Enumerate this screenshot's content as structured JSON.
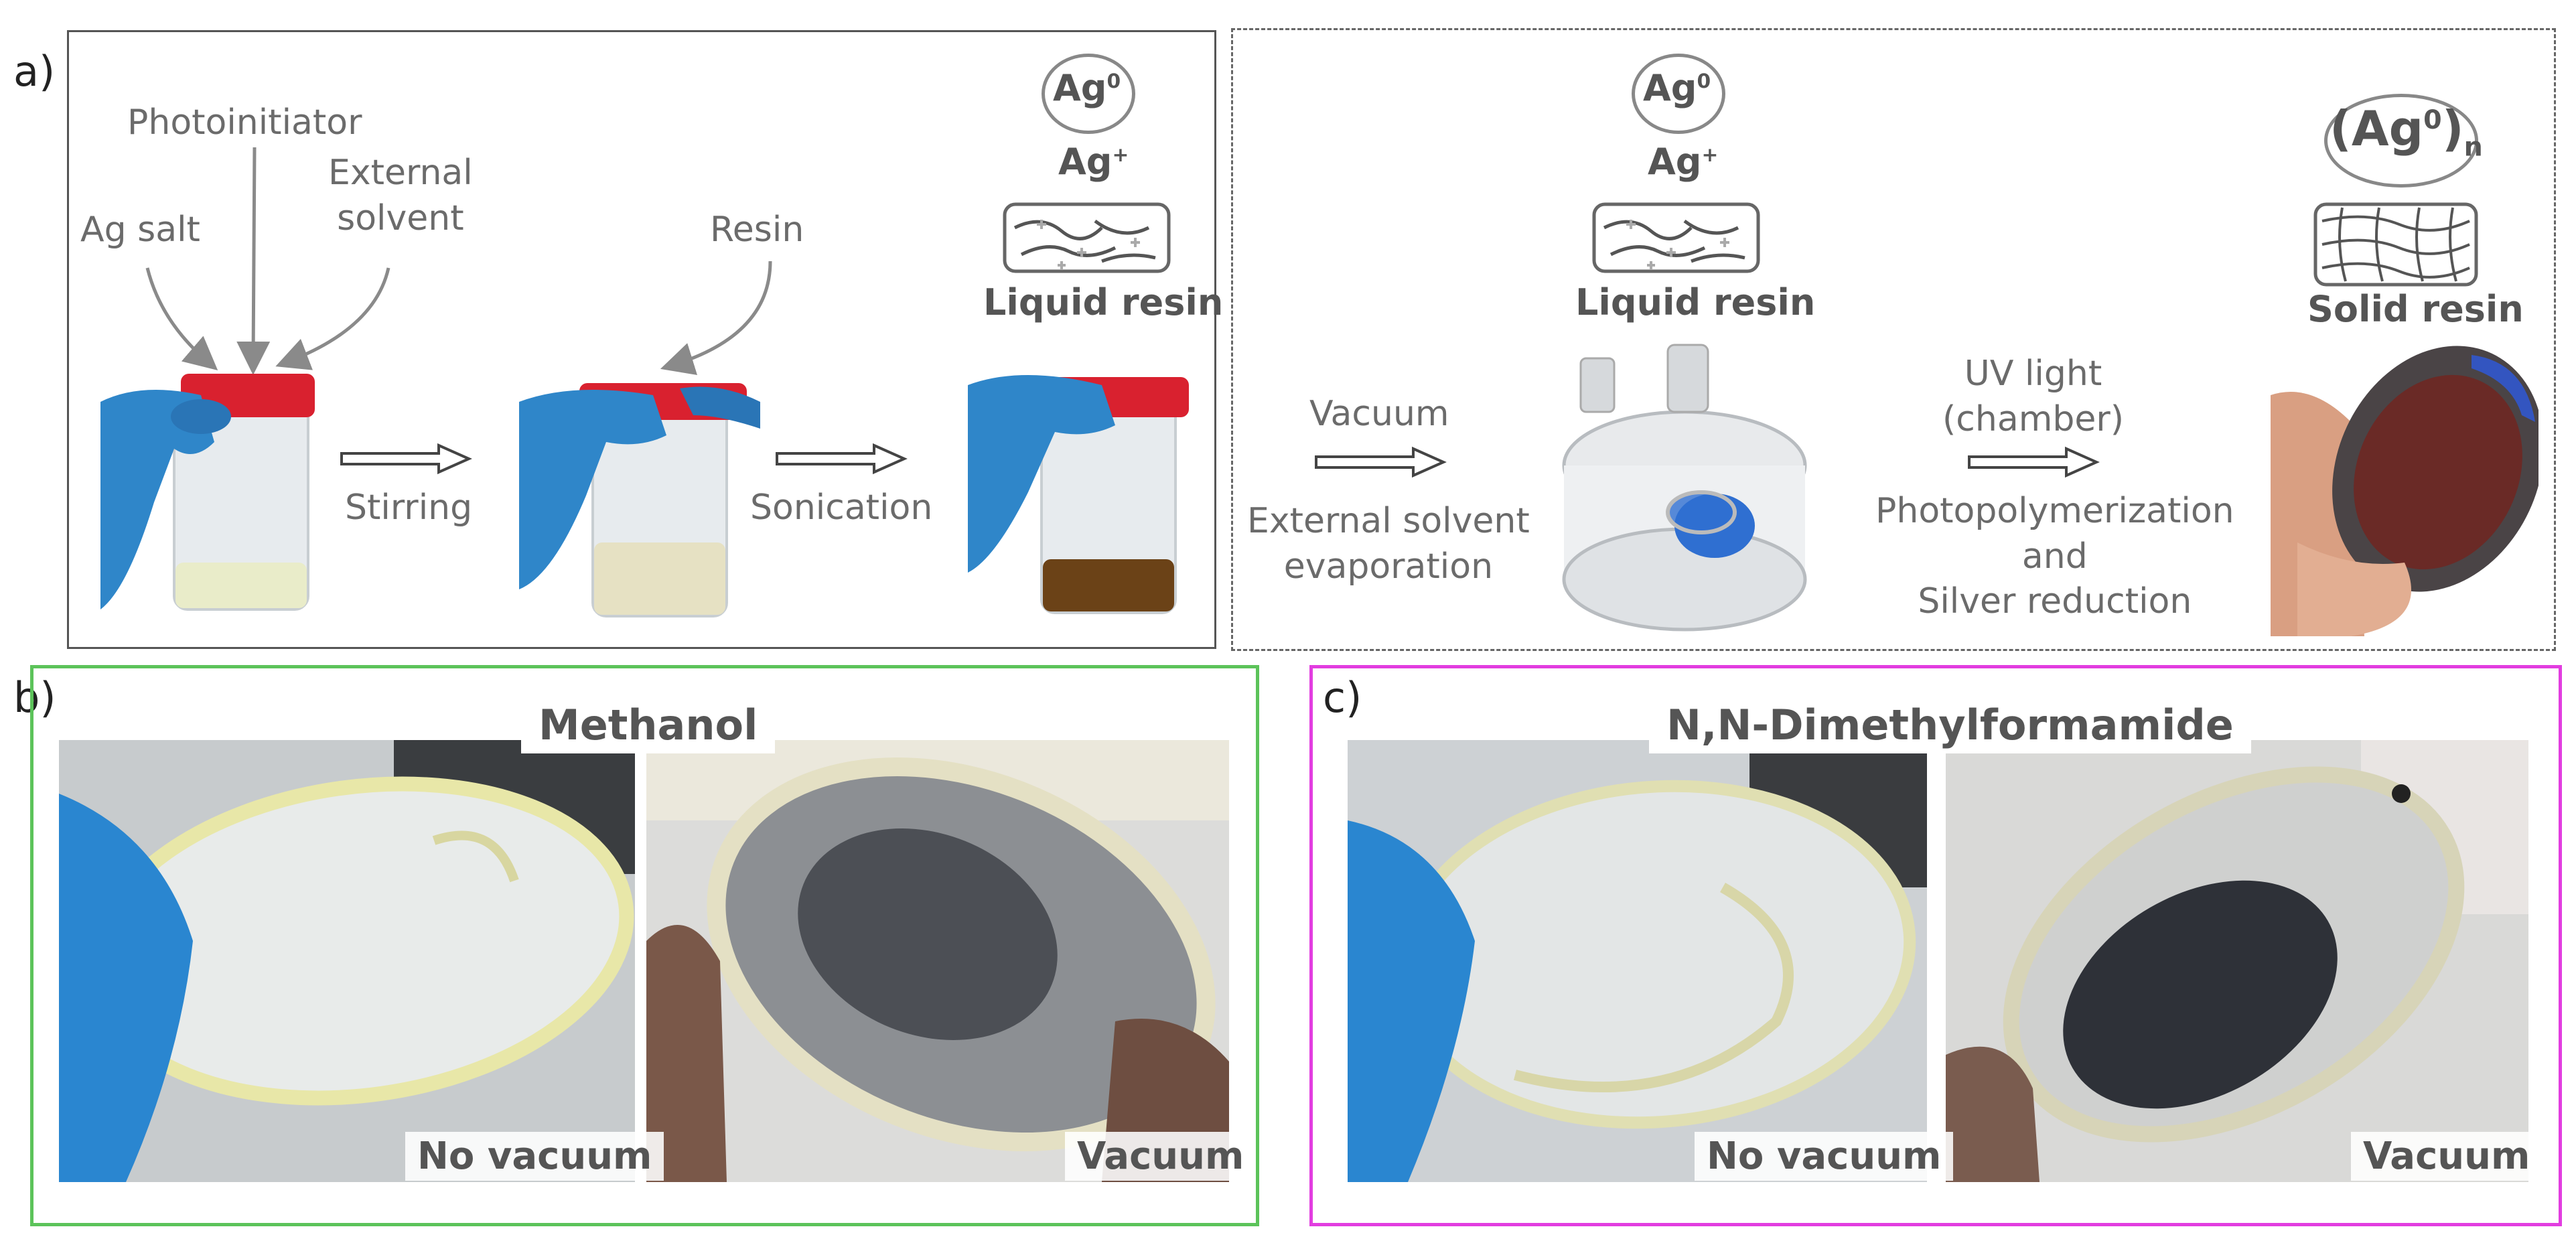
{
  "panel_a": {
    "letter": "a)",
    "step1": {
      "labels": {
        "ag_salt": "Ag salt",
        "photoinitiator": "Photoinitiator",
        "external_solvent": "External\nsolvent"
      },
      "process": "Stirring"
    },
    "step2": {
      "label": "Resin",
      "process": "Sonication"
    },
    "step3": {
      "ag0_symbol": "Ag",
      "ag0_sup": "0",
      "agplus_symbol": "Ag",
      "agplus_sup": "+",
      "caption": "Liquid resin"
    },
    "step4": {
      "process_top": "Vacuum",
      "process_bottom": "External solvent\nevaporation"
    },
    "step5": {
      "ag0_symbol": "Ag",
      "ag0_sup": "0",
      "agplus_symbol": "Ag",
      "agplus_sup": "+",
      "caption": "Liquid resin"
    },
    "step6": {
      "process_top": "UV light\n(chamber)",
      "process_bottom": "Photopolymerization\nand\nSilver reduction"
    },
    "step7": {
      "cluster_symbol": "(Ag",
      "cluster_sup": "0",
      "cluster_close": ")",
      "cluster_sub": "n",
      "caption": "Solid resin"
    }
  },
  "panel_b": {
    "letter": "b)",
    "title": "Methanol",
    "left_caption": "No vacuum",
    "right_caption": "Vacuum",
    "border_color": "#5cc35a"
  },
  "panel_c": {
    "letter": "c)",
    "title": "N,N-Dimethylformamide",
    "left_caption": "No vacuum",
    "right_caption": "Vacuum",
    "border_color": "#e23de0"
  }
}
